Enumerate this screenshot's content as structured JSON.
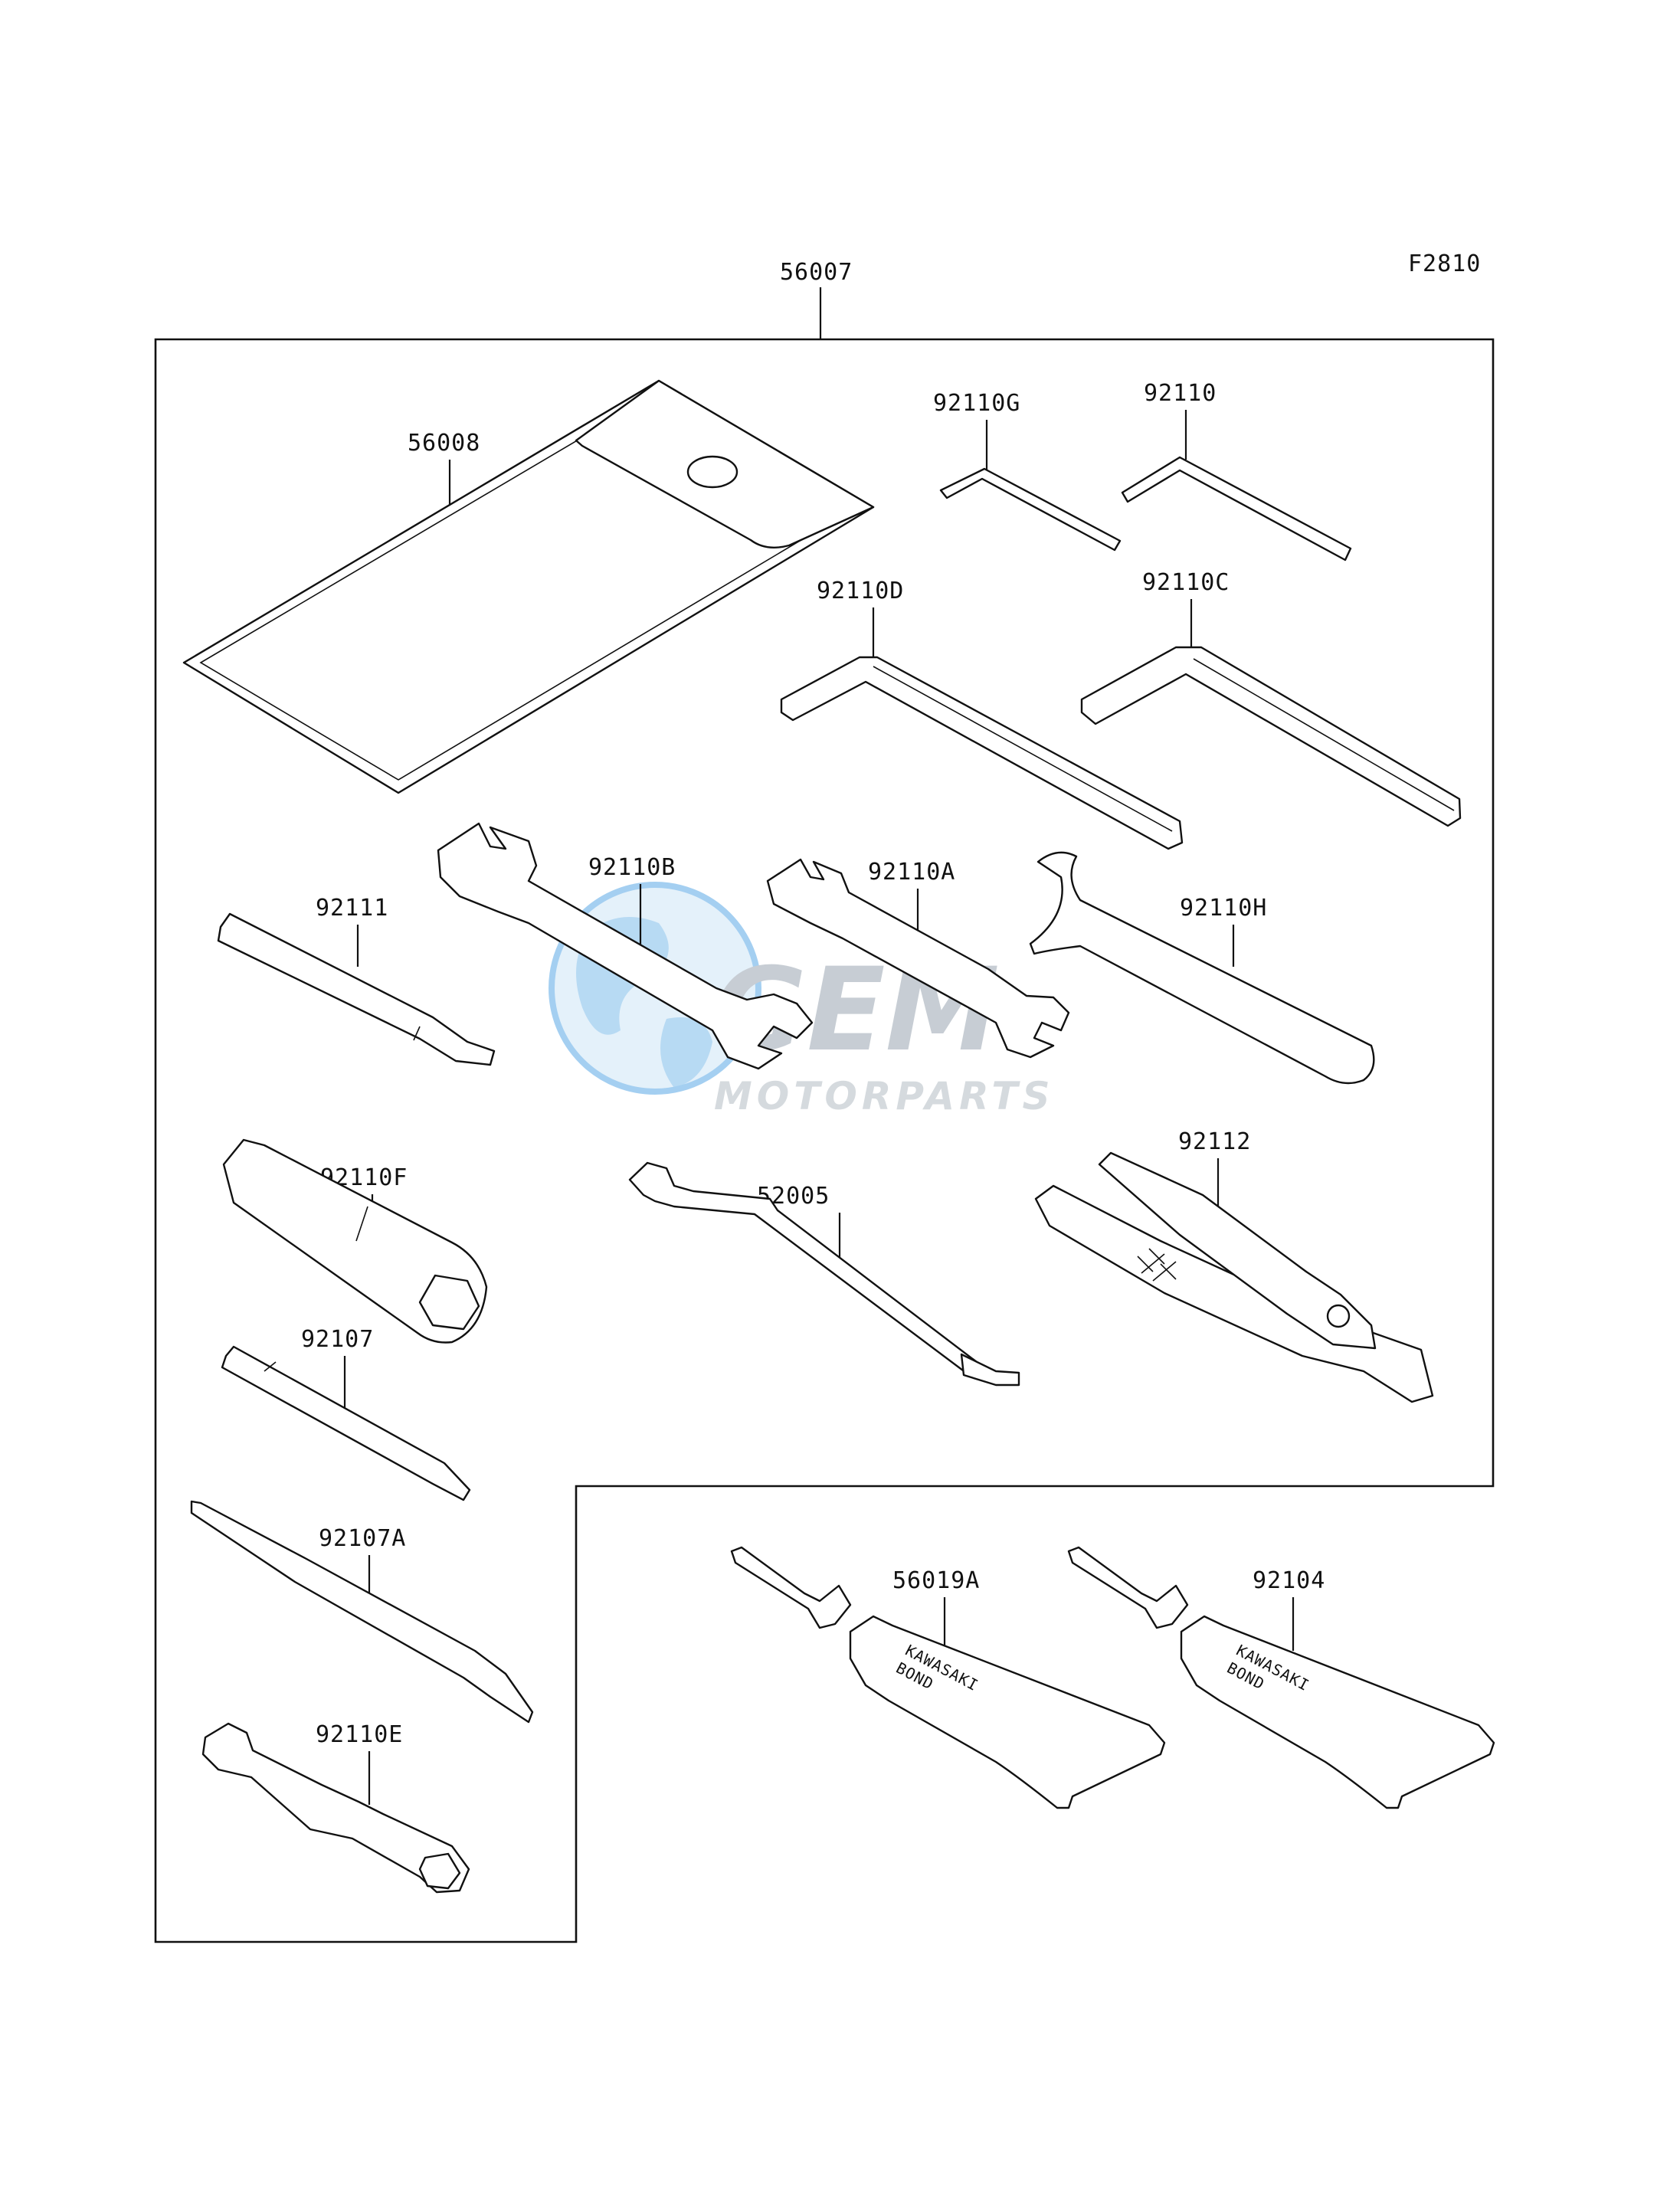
{
  "figure_code": "F2810",
  "kit_label": "56007",
  "watermark": {
    "brand": "GEM",
    "sub": "MOTORPARTS",
    "color": "#5aa9e6"
  },
  "tube_text": {
    "line1": "KAWASAKI",
    "line2": "BOND"
  },
  "parts": [
    {
      "id": "p56008",
      "number": "56008",
      "name": "tool-case"
    },
    {
      "id": "p92110G",
      "number": "92110G",
      "name": "hex-key-small"
    },
    {
      "id": "p92110",
      "number": "92110",
      "name": "hex-key"
    },
    {
      "id": "p92110D",
      "number": "92110D",
      "name": "hex-key-large"
    },
    {
      "id": "p92110C",
      "number": "92110C",
      "name": "hex-key-large-alt"
    },
    {
      "id": "p92111",
      "number": "92111",
      "name": "extension-bar"
    },
    {
      "id": "p92110B",
      "number": "92110B",
      "name": "open-end-wrench"
    },
    {
      "id": "p92110A",
      "number": "92110A",
      "name": "open-end-wrench-small"
    },
    {
      "id": "p92110H",
      "number": "92110H",
      "name": "hook-wrench"
    },
    {
      "id": "p92110F",
      "number": "92110F",
      "name": "box-socket-wrench"
    },
    {
      "id": "p52005",
      "number": "52005",
      "name": "tire-gauge"
    },
    {
      "id": "p92112",
      "number": "92112",
      "name": "pliers"
    },
    {
      "id": "p92107",
      "number": "92107",
      "name": "screwdriver-bit"
    },
    {
      "id": "p92107A",
      "number": "92107A",
      "name": "screwdriver"
    },
    {
      "id": "p92110E",
      "number": "92110E",
      "name": "socket-wrench"
    },
    {
      "id": "p56019A",
      "number": "56019A",
      "name": "bond-tube"
    },
    {
      "id": "p92104",
      "number": "92104",
      "name": "bond-tube-alt"
    }
  ]
}
